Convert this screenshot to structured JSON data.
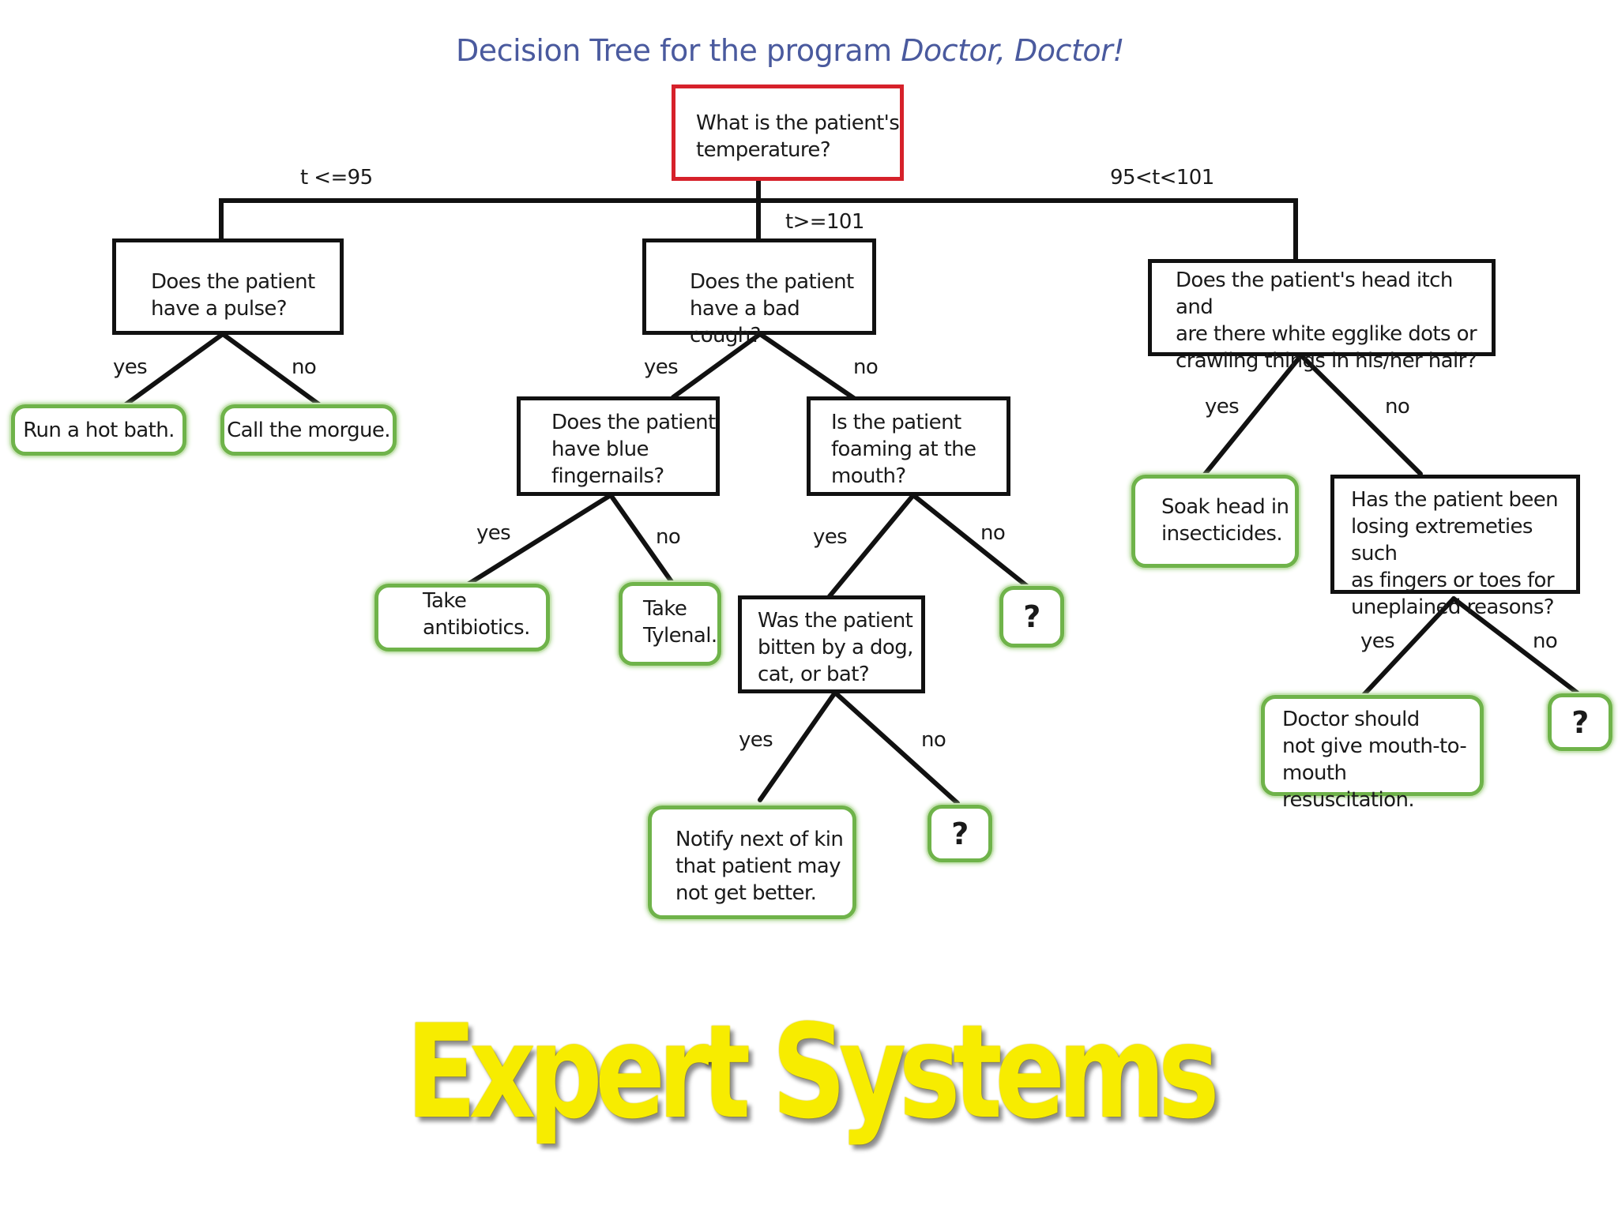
{
  "title": {
    "prefix": "Decision Tree for the program ",
    "program": "Doctor, Doctor!"
  },
  "root": {
    "question": "What is the patient's\ntemperature?"
  },
  "branches": {
    "low": "t <=95",
    "high": "t>=101",
    "mid": "95<t<101"
  },
  "pulse": {
    "question": "Does the patient\nhave a pulse?",
    "yes_label": "yes",
    "no_label": "no",
    "yes_leaf": "Run a hot bath.",
    "no_leaf": "Call the morgue."
  },
  "cough": {
    "question": "Does the patient\nhave a bad cough?",
    "yes_label": "yes",
    "no_label": "no"
  },
  "fingernails": {
    "question": "Does the patient\nhave blue\nfingernails?",
    "yes_label": "yes",
    "no_label": "no",
    "yes_leaf": "Take\nantibiotics.",
    "no_leaf": "Take\nTylenal."
  },
  "foaming": {
    "question": "Is the patient\nfoaming at the\nmouth?",
    "yes_label": "yes",
    "no_label": "no",
    "no_leaf": "?"
  },
  "bitten": {
    "question": "Was the patient\nbitten by a dog,\ncat, or bat?",
    "yes_label": "yes",
    "no_label": "no",
    "yes_leaf": "Notify next of kin\nthat patient may\nnot get better.",
    "no_leaf": "?"
  },
  "head_itch": {
    "question": "Does the patient's head itch and\nare there white egglike dots or\ncrawling things in his/her hair?",
    "yes_label": "yes",
    "no_label": "no",
    "yes_leaf": "Soak head in\ninsecticides."
  },
  "extremeties": {
    "question": "Has the patient been\nlosing extremeties such\nas fingers or toes for\nuneplained reasons?",
    "yes_label": "yes",
    "no_label": "no",
    "yes_leaf": "Doctor should\nnot give mouth-to-\nmouth resuscitation.",
    "no_leaf": "?"
  },
  "banner": "Expert Systems",
  "colors": {
    "title": "#4a5a9e",
    "root_border": "#d6212a",
    "question_border": "#111111",
    "leaf_border": "#6fb34a",
    "banner": "#f7ec00"
  }
}
